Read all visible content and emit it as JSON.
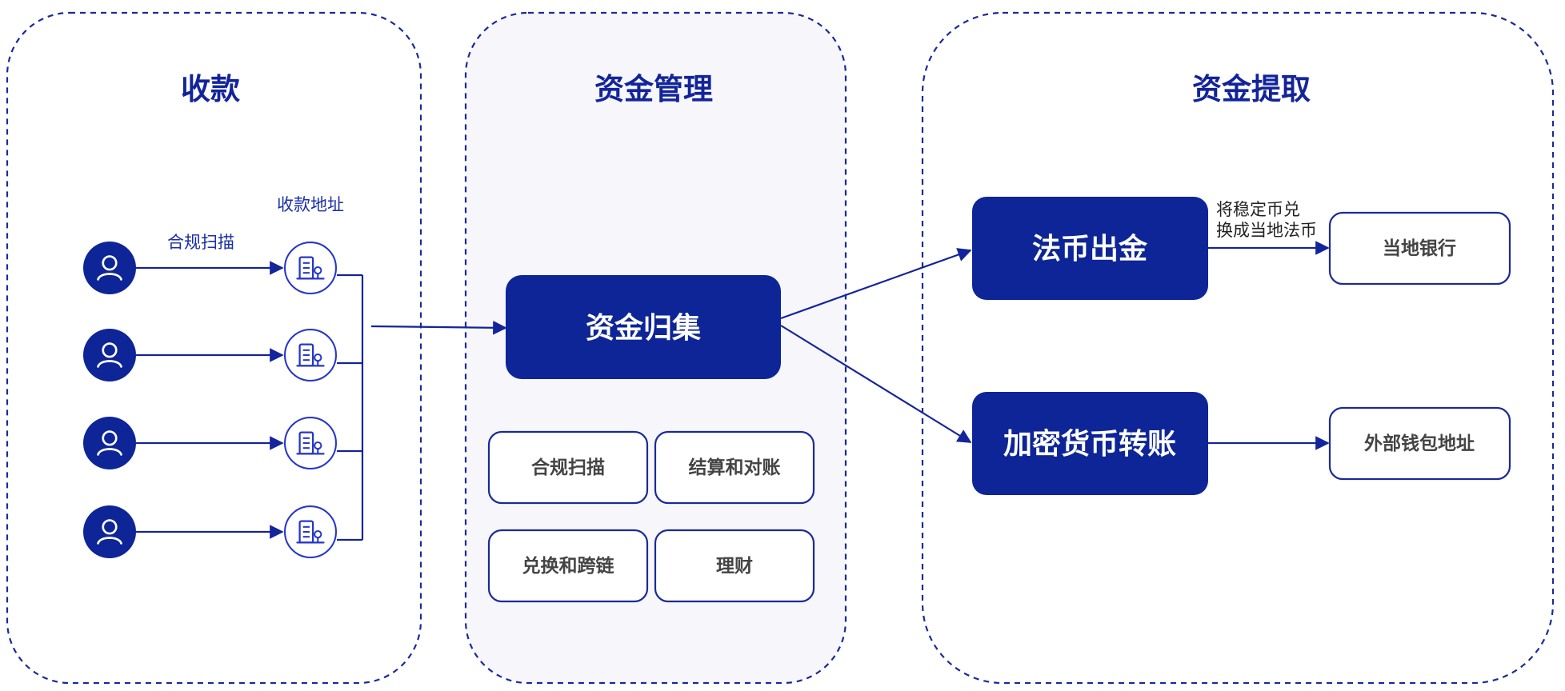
{
  "colors": {
    "primary": "#0d2596",
    "panel_border": "#1b2a98",
    "panel_fill_middle": "#f6f6fb",
    "arrow": "#14249a",
    "outline_icon": "#2637c9"
  },
  "panels": {
    "collect": {
      "title": "收款"
    },
    "fund_management": {
      "title": "资金管理"
    },
    "withdrawal": {
      "title": "资金提取"
    }
  },
  "collect": {
    "scan_label": "合规扫描",
    "address_label": "收款地址",
    "payers": [
      {
        "icon": "user-icon"
      },
      {
        "icon": "user-icon"
      },
      {
        "icon": "user-icon"
      },
      {
        "icon": "user-icon"
      }
    ],
    "addresses": [
      {
        "icon": "building-icon"
      },
      {
        "icon": "building-icon"
      },
      {
        "icon": "building-icon"
      },
      {
        "icon": "building-icon"
      }
    ]
  },
  "fund_management": {
    "aggregation": "资金归集",
    "features": [
      "合规扫描",
      "结算和对账",
      "兑换和跨链",
      "理财"
    ]
  },
  "withdrawal": {
    "fiat_out": "法币出金",
    "crypto_transfer": "加密货币转账",
    "conversion_note": [
      "将稳定币兑",
      "换成当地法币"
    ],
    "local_bank": "当地银行",
    "external_wallet": "外部钱包地址"
  }
}
